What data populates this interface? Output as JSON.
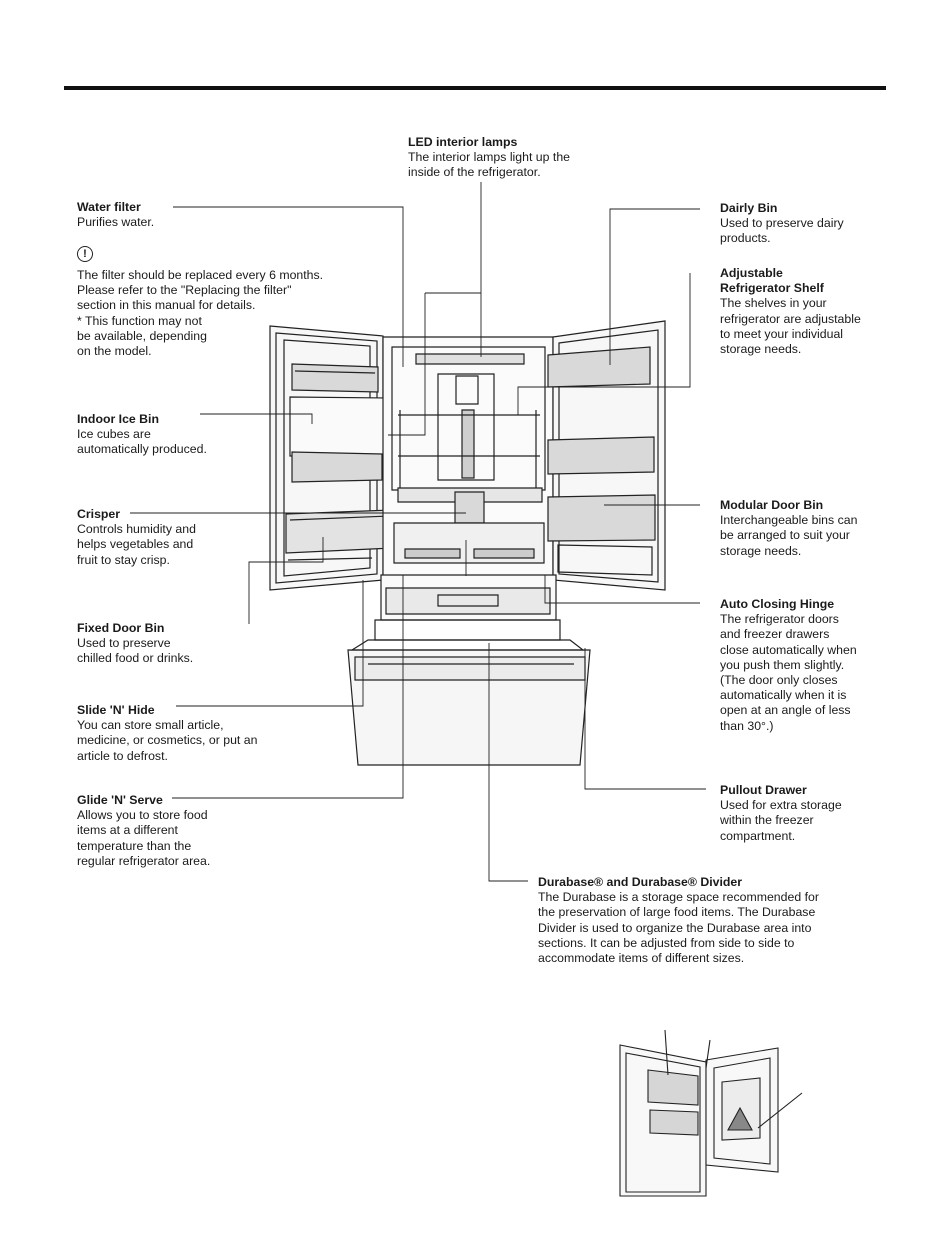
{
  "labels": {
    "led_lamps": {
      "title": "LED interior lamps",
      "desc": "The interior lamps light up the\ninside of the refrigerator."
    },
    "water_filter": {
      "title": "Water filter",
      "desc": "Purifies water."
    },
    "filter_note": {
      "icon": "!",
      "desc": "The filter should be replaced every 6 months.\nPlease refer to the \"Replacing the filter\"\nsection in this manual for details.\n* This function may not\n   be available, depending\n   on the model."
    },
    "dairy_bin": {
      "title": "Dairly Bin",
      "desc": "Used to preserve dairy\nproducts."
    },
    "adj_shelf": {
      "title": "Adjustable\nRefrigerator Shelf",
      "desc": "The shelves in your\nrefrigerator are adjustable\nto meet your individual\nstorage needs."
    },
    "ice_bin": {
      "title": "Indoor Ice Bin",
      "desc": "Ice cubes are\nautomatically produced."
    },
    "crisper": {
      "title": "Crisper",
      "desc": "Controls humidity and\nhelps vegetables and\nfruit to stay crisp."
    },
    "modular_bin": {
      "title": "Modular Door Bin",
      "desc": "Interchangeable bins can\nbe arranged to suit your\nstorage needs."
    },
    "fixed_bin": {
      "title": "Fixed Door Bin",
      "desc": "Used to preserve\nchilled food or drinks."
    },
    "hinge": {
      "title": "Auto Closing Hinge",
      "desc": "The refrigerator doors\nand freezer drawers\nclose automatically when\nyou push them slightly.\n(The door only closes\nautomatically when it is\nopen at an angle of less\nthan 30°.)"
    },
    "slide_hide": {
      "title": "Slide 'N' Hide",
      "desc": "You can store small article,\nmedicine, or cosmetics, or put an\narticle to defrost."
    },
    "pullout": {
      "title": "Pullout Drawer",
      "desc": "Used for extra storage\nwithin the freezer\ncompartment."
    },
    "glide_serve": {
      "title": "Glide 'N' Serve",
      "desc": "Allows you to store food\nitems at a different\ntemperature than the\nregular refrigerator area."
    },
    "durabase": {
      "title": "Durabase® and Durabase® Divider",
      "desc": "The Durabase is a storage space recommended for\nthe preservation of large food items. The Durabase\nDivider is used to organize the Durabase area into\nsections. It can be adjusted from side to side to\naccommodate items of different sizes."
    }
  },
  "colors": {
    "line": "#222222",
    "rule": "#111111",
    "panel": "#f2f2f2",
    "shade": "#d9d9d9"
  },
  "icons": {
    "caution": "exclamation-circle-icon"
  }
}
